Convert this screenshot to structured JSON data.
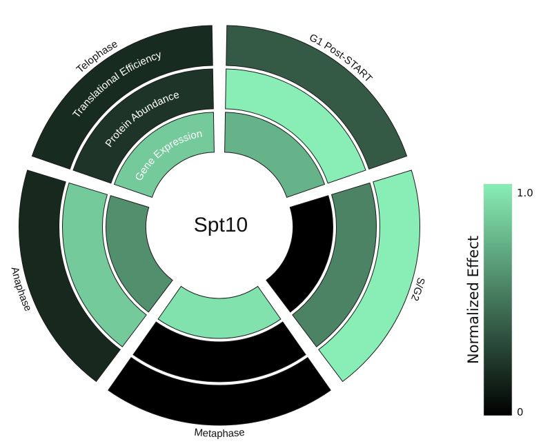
{
  "chart_data": {
    "type": "radial-heatmap",
    "title": "Spt10",
    "phases": [
      "G1 Post-START",
      "S/G2",
      "Metaphase",
      "Anaphase",
      "Telophase"
    ],
    "rings": [
      "Gene Expression",
      "Protein Abundance",
      "Translational Efficiency"
    ],
    "values": [
      [
        0.75,
        1.0,
        0.38
      ],
      [
        0.0,
        0.55,
        1.0
      ],
      [
        0.95,
        0.0,
        0.0
      ],
      [
        0.6,
        0.85,
        0.17
      ],
      [
        0.85,
        0.22,
        0.18
      ]
    ],
    "colorbar": {
      "label": "Normalized Effect",
      "min_label": "0",
      "max_label": "1.0",
      "range": [
        0,
        1
      ],
      "color_low": "#000000",
      "color_high": "#88eeb6"
    }
  }
}
